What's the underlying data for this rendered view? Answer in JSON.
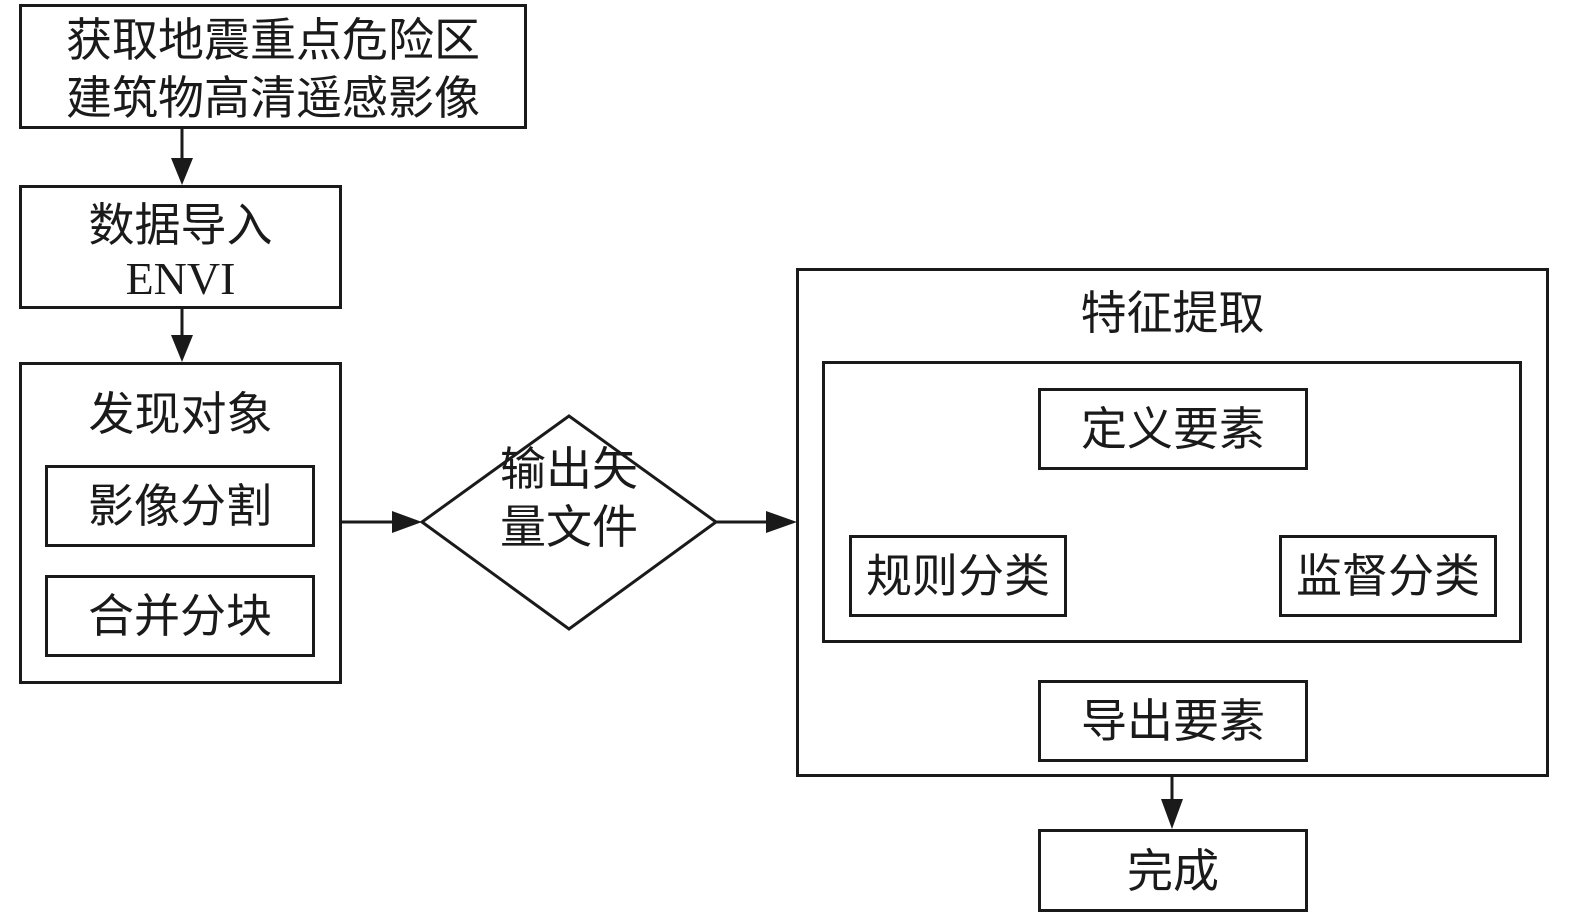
{
  "step_acquire": {
    "line1": "获取地震重点危险区",
    "line2": "建筑物高清遥感影像"
  },
  "step_import": {
    "line1": "数据导入",
    "line2": "ENVI"
  },
  "group_find_objects": {
    "title": "发现对象",
    "segment": "影像分割",
    "merge": "合并分块"
  },
  "decision_output": {
    "line1": "输出矢",
    "line2": "量文件"
  },
  "group_feature_extraction": {
    "title": "特征提取",
    "define": "定义要素",
    "rule": "规则分类",
    "supervised": "监督分类",
    "export": "导出要素"
  },
  "step_done": {
    "label": "完成"
  }
}
